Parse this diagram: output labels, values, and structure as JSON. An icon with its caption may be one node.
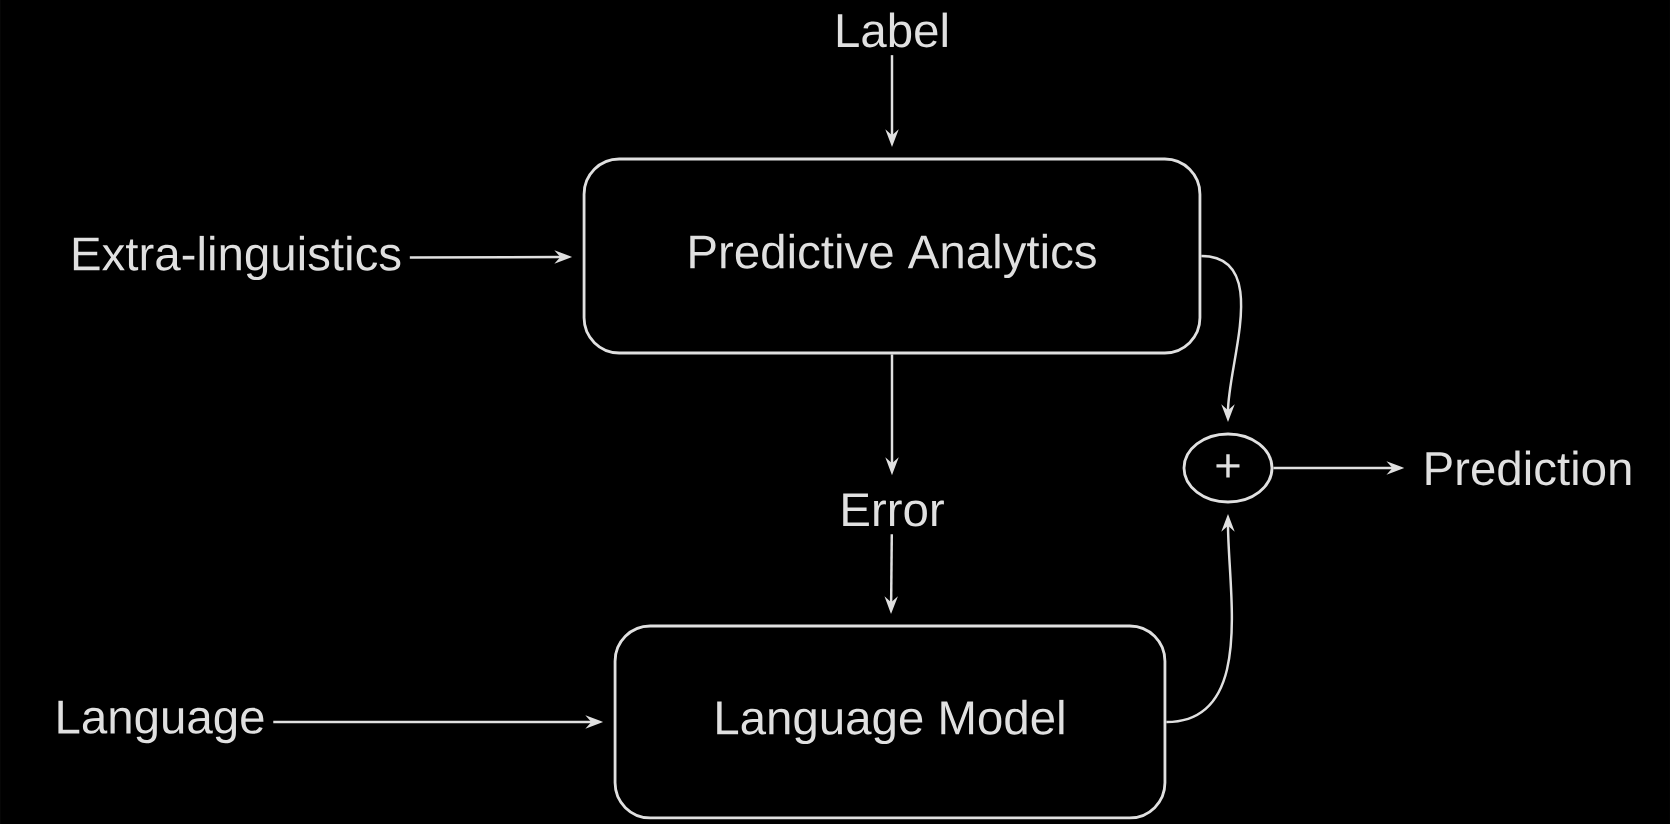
{
  "diagram": {
    "nodes": [
      {
        "text": [
          "Label"
        ]
      },
      {
        "text": [
          "Extra-linguistics"
        ]
      },
      {
        "text": [
          "Predictive Analytics"
        ]
      },
      {
        "text": [
          "Error"
        ]
      },
      {
        "text": [
          "Language"
        ]
      },
      {
        "text": [
          "Language Model"
        ]
      },
      {
        "text": [
          "+"
        ]
      },
      {
        "text": [
          "Prediction"
        ]
      }
    ],
    "edges": [
      {
        "from": 0,
        "to": 2,
        "arrow": "to"
      },
      {
        "from": 1,
        "to": 2,
        "arrow": "to"
      },
      {
        "from": 2,
        "to": 3,
        "arrow": "to"
      },
      {
        "from": 3,
        "to": 5,
        "arrow": "to"
      },
      {
        "from": 4,
        "to": 5,
        "arrow": "to"
      },
      {
        "from": 2,
        "to": 6,
        "arrow": "to"
      },
      {
        "from": 5,
        "to": 6,
        "arrow": "to"
      },
      {
        "from": 6,
        "to": 7,
        "arrow": "to"
      }
    ]
  }
}
